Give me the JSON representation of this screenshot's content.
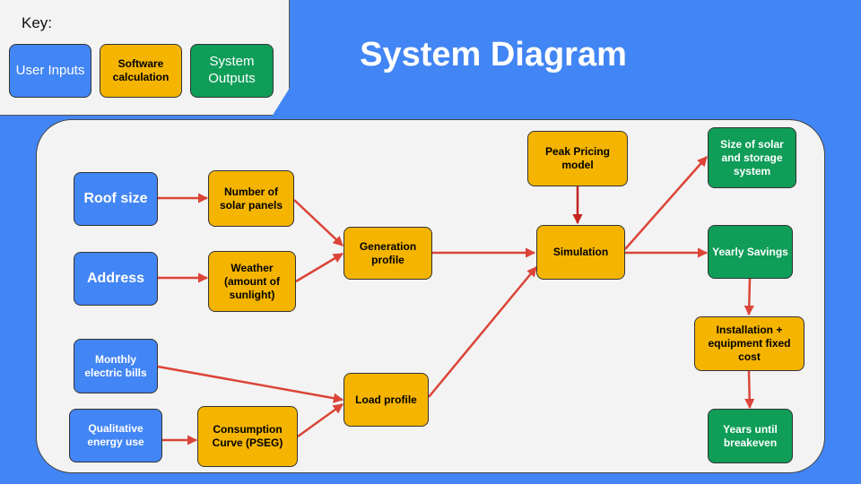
{
  "key": {
    "title": "Key:",
    "user_inputs": "User Inputs",
    "software_calculation": "Software calculation",
    "system_outputs": "System Outputs"
  },
  "title": "System Diagram",
  "nodes": {
    "roof_size": "Roof size",
    "address": "Address",
    "monthly_bills": "Monthly electric bills",
    "qualitative_energy": "Qualitative energy use",
    "num_panels": "Number of solar panels",
    "weather": "Weather (amount of sunlight)",
    "consumption_curve": "Consumption Curve (PSEG)",
    "generation_profile": "Generation profile",
    "load_profile": "Load profile",
    "peak_pricing": "Peak Pricing model",
    "simulation": "Simulation",
    "size_system": "Size of solar and storage system",
    "yearly_savings": "Yearly Savings",
    "installation_cost": "Installation + equipment fixed cost",
    "years_breakeven": "Years until breakeven"
  },
  "colors": {
    "user_input": "#4285f4",
    "software": "#f4b400",
    "output": "#0f9d58",
    "arrow": "#db4437",
    "arrow_dark": "#c5221f"
  }
}
